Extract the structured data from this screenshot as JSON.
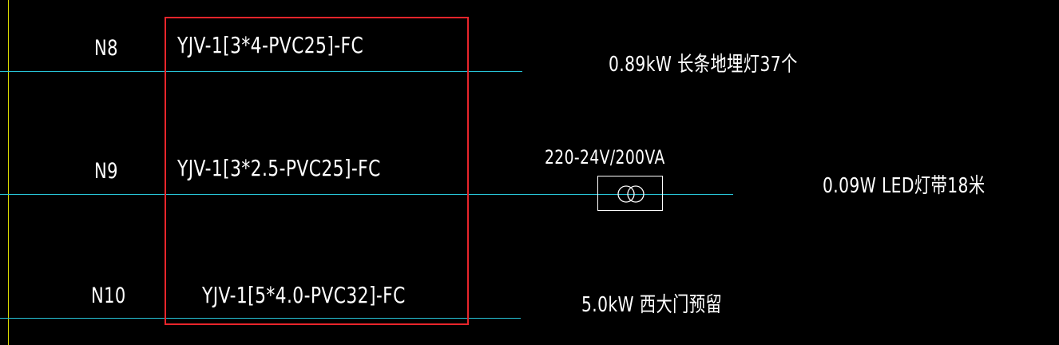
{
  "colors": {
    "background": "#000000",
    "line": "#27c3d6",
    "text": "#ffffff",
    "selection": "#e8252b",
    "border_line": "#e0e000"
  },
  "rows": [
    {
      "circuit": "N8",
      "cable": "YJV-1[3*4-PVC25]-FC",
      "load": "0.89kW  长条地埋灯37个"
    },
    {
      "circuit": "N9",
      "cable": "YJV-1[3*2.5-PVC25]-FC",
      "load": "0.09W   LED灯带18米"
    },
    {
      "circuit": "N10",
      "cable": "YJV-1[5*4.0-PVC32]-FC",
      "load": "5.0kW 西大门预留"
    }
  ],
  "transformer": {
    "label": "220-24V/200VA",
    "icon": "transformer-icon"
  }
}
